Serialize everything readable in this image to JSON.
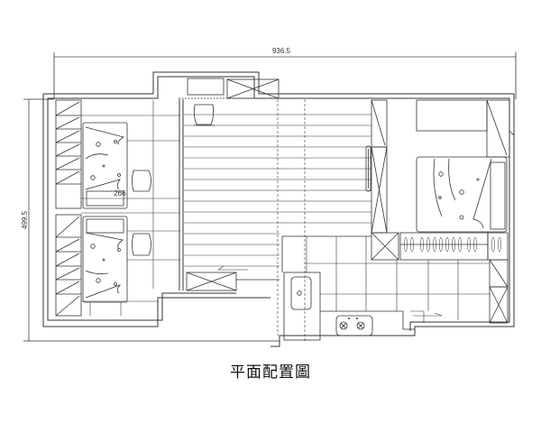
{
  "plan": {
    "title": "平面配置圖",
    "dimensions": {
      "width_label": "936.5",
      "height_label": "499.5",
      "inner_label": "266"
    },
    "rooms": [
      {
        "name": "bedroom-left-upper",
        "furniture": [
          "single-bed",
          "desk-chair",
          "wardrobe"
        ]
      },
      {
        "name": "bedroom-left-lower",
        "furniture": [
          "single-bed",
          "desk-chair",
          "wardrobe"
        ]
      },
      {
        "name": "living-area",
        "furniture": [
          "wood-flooring",
          "chair",
          "tv-wall"
        ]
      },
      {
        "name": "master-bedroom",
        "furniture": [
          "double-bed",
          "closet",
          "wardrobe"
        ]
      },
      {
        "name": "kitchen",
        "furniture": [
          "sink",
          "two-burner-stove",
          "counter"
        ]
      }
    ],
    "colors": {
      "line": "#333333",
      "background": "#ffffff"
    }
  }
}
